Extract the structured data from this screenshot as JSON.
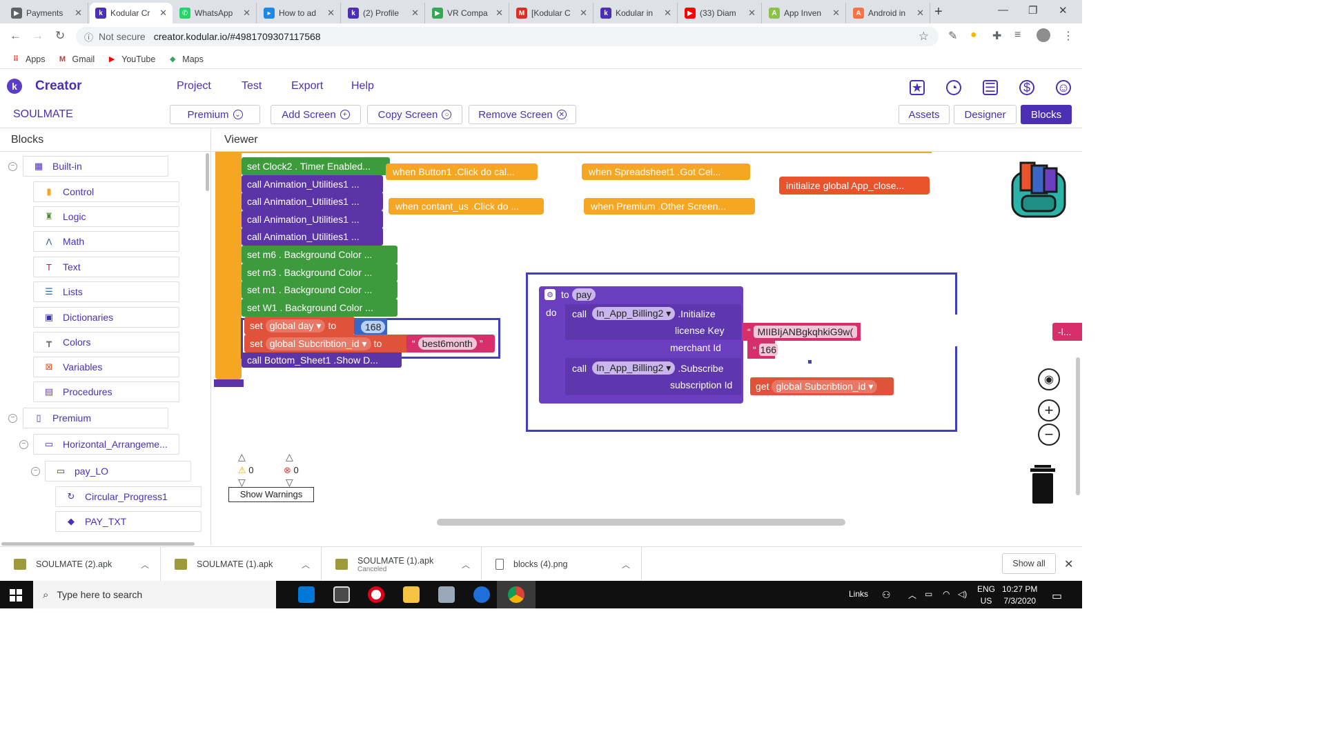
{
  "browser": {
    "tabs": [
      {
        "title": "Payments",
        "fav": "#5f6368",
        "glyph": "▶"
      },
      {
        "title": "Kodular Cr",
        "fav": "#4b2fb5",
        "glyph": "k"
      },
      {
        "title": "WhatsApp",
        "fav": "#25d366",
        "glyph": "✆"
      },
      {
        "title": "How to ad",
        "fav": "#1e88e5",
        "glyph": "▸"
      },
      {
        "title": "(2) Profile",
        "fav": "#4b2fb5",
        "glyph": "k"
      },
      {
        "title": "VR Compa",
        "fav": "#34a853",
        "glyph": "▶"
      },
      {
        "title": "[Kodular C",
        "fav": "#d93025",
        "glyph": "M"
      },
      {
        "title": "Kodular in",
        "fav": "#4b2fb5",
        "glyph": "k"
      },
      {
        "title": "(33) Diam",
        "fav": "#ff0000",
        "glyph": "▶"
      },
      {
        "title": "App Inven",
        "fav": "#8bc34a",
        "glyph": "A"
      },
      {
        "title": "Android in",
        "fav": "#ff7043",
        "glyph": "A"
      }
    ],
    "security": "Not secure",
    "url": "creator.kodular.io/#4981709307117568",
    "bookmarks": [
      "Apps",
      "Gmail",
      "YouTube",
      "Maps"
    ]
  },
  "app": {
    "brand": "Creator",
    "menu": [
      "Project",
      "Test",
      "Export",
      "Help"
    ],
    "project_name": "SOULMATE",
    "screen_buttons": {
      "premium": "Premium",
      "add_screen": "Add Screen",
      "copy_screen": "Copy Screen",
      "remove_screen": "Remove Screen"
    },
    "view_buttons": {
      "assets": "Assets",
      "designer": "Designer",
      "blocks": "Blocks"
    }
  },
  "blocks_panel": {
    "title": "Blocks",
    "builtin": "Built-in",
    "builtin_items": [
      "Control",
      "Logic",
      "Math",
      "Text",
      "Lists",
      "Dictionaries",
      "Colors",
      "Variables",
      "Procedures"
    ],
    "premium": "Premium",
    "horizontal": "Horizontal_Arrangeme...",
    "pay_lo": "pay_LO",
    "circular": "Circular_Progress1",
    "pay_txt": "PAY_TXT"
  },
  "viewer": {
    "title": "Viewer",
    "stack": [
      {
        "text": "set  Clock2 . Timer Enabled...",
        "color": "green"
      },
      {
        "text": "call  Animation_Utilities1 ...",
        "color": "purple"
      },
      {
        "text": "call  Animation_Utilities1 ...",
        "color": "purple"
      },
      {
        "text": "call  Animation_Utilities1 ...",
        "color": "purple"
      },
      {
        "text": "call  Animation_Utilities1 ...",
        "color": "purple"
      },
      {
        "text": "set  m6 . Background Color ...",
        "color": "green"
      },
      {
        "text": "set  m3 . Background Color ...",
        "color": "green"
      },
      {
        "text": "set  m1 . Background Color ...",
        "color": "green"
      },
      {
        "text": "set  W1 . Background Color ...",
        "color": "green"
      }
    ],
    "set_day": {
      "set": "set",
      "var": "global day",
      "to": "to",
      "value": "168"
    },
    "set_sub": {
      "set": "set",
      "var": "global Subcribtion_id",
      "to": "to",
      "value": "best6month"
    },
    "call_bottom": "call  Bottom_Sheet1 .Show D...",
    "events": {
      "button1": "when  Button1 .Click do cal...",
      "contact": "when  contant_us .Click do ...",
      "spreadsheet": "when  Spreadsheet1 .Got Cel...",
      "premium": "when  Premium .Other Screen...",
      "init": "initialize global App_close..."
    },
    "proc": {
      "to": "to",
      "name": "pay",
      "do": "do",
      "call": "call",
      "comp1": "In_App_Billing2",
      "method1": ".Initialize",
      "license": "license Key",
      "license_val": "MIIBIjANBgkqhkiG9w(",
      "merchant": "merchant Id",
      "merchant_val": "166",
      "comp2": "In_App_Billing2",
      "method2": ".Subscribe",
      "sub_label": "subscription Id",
      "get": "get",
      "get_var": "global Subcribtion_id"
    },
    "offscreen_right": "-l...",
    "warnings": {
      "warn_count": "0",
      "error_count": "0",
      "button": "Show Warnings"
    }
  },
  "downloads": {
    "items": [
      {
        "name": "SOULMATE (2).apk",
        "sub": ""
      },
      {
        "name": "SOULMATE (1).apk",
        "sub": ""
      },
      {
        "name": "SOULMATE (1).apk",
        "sub": "Canceled"
      },
      {
        "name": "blocks (4).png",
        "sub": ""
      }
    ],
    "show_all": "Show all"
  },
  "taskbar": {
    "search": "Type here to search",
    "links": "Links",
    "lang1": "ENG",
    "lang2": "US",
    "time": "10:27 PM",
    "date": "7/3/2020"
  }
}
